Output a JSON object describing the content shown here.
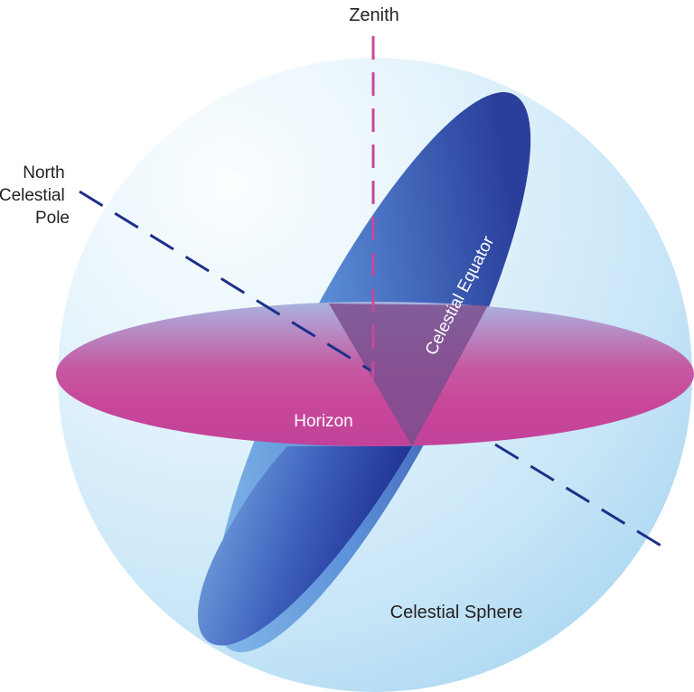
{
  "labels": {
    "zenith": "Zenith",
    "north_celestial_pole": [
      "North",
      "Celestial",
      "Pole"
    ],
    "celestial_equator": "Celestial Equator",
    "horizon": "Horizon",
    "celestial_sphere": "Celestial Sphere"
  },
  "colors": {
    "sphere_light": "#f4fbff",
    "sphere_mid": "#cfe9f8",
    "sphere_edge": "#a9d8f2",
    "horizon_magenta": "#c8489a",
    "horizon_top": "#b8a8d8",
    "equator_light": "#8ec6ee",
    "equator_dark": "#1c2f8f",
    "zenith_line": "#c8489a",
    "pole_line": "#1e2f8a",
    "text_dark": "#231f20",
    "text_light": "#ffffff"
  }
}
